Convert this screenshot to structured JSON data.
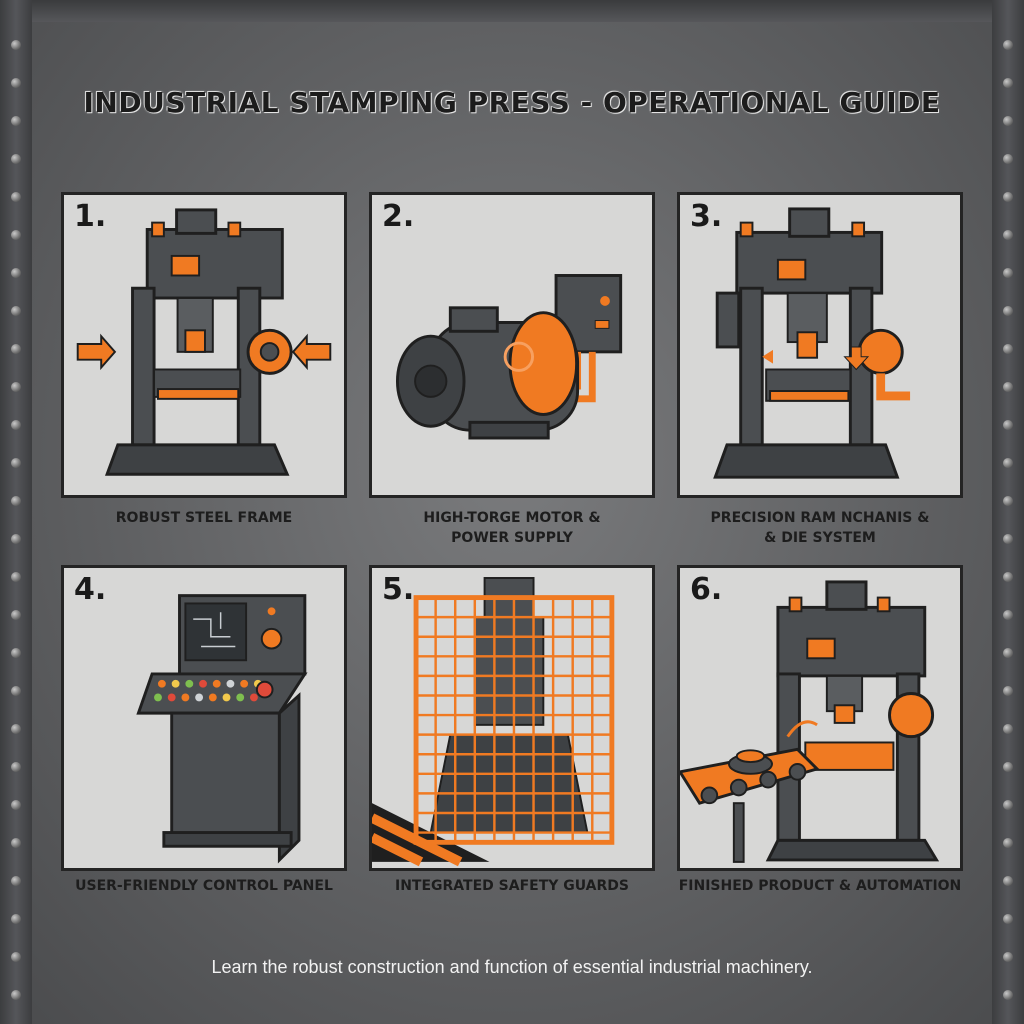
{
  "title": "INDUSTRIAL STAMPING PRESS - OPERATIONAL GUIDE",
  "panels": [
    {
      "number": "1.",
      "caption": "ROBUST STEEL FRAME"
    },
    {
      "number": "2.",
      "caption": "HIGH-TORGE MOTOR &\nPOWER SUPPLY"
    },
    {
      "number": "3.",
      "caption": "PRECISION RAM NCHANIS &\n& DIE SYSTEM"
    },
    {
      "number": "4.",
      "caption": "USER-FRIENDLY CONTROL PANEL"
    },
    {
      "number": "5.",
      "caption": "INTEGRATED SAFETY GUARDS"
    },
    {
      "number": "6.",
      "caption": "FINISHED PRODUCT & AUTOMATION"
    }
  ],
  "footer": "Learn the robust construction and function of essential industrial machinery.",
  "colors": {
    "accent": "#f07a22",
    "machine": "#4b4e51",
    "panel_bg": "#d7d7d6",
    "outline": "#1f1f1f"
  }
}
